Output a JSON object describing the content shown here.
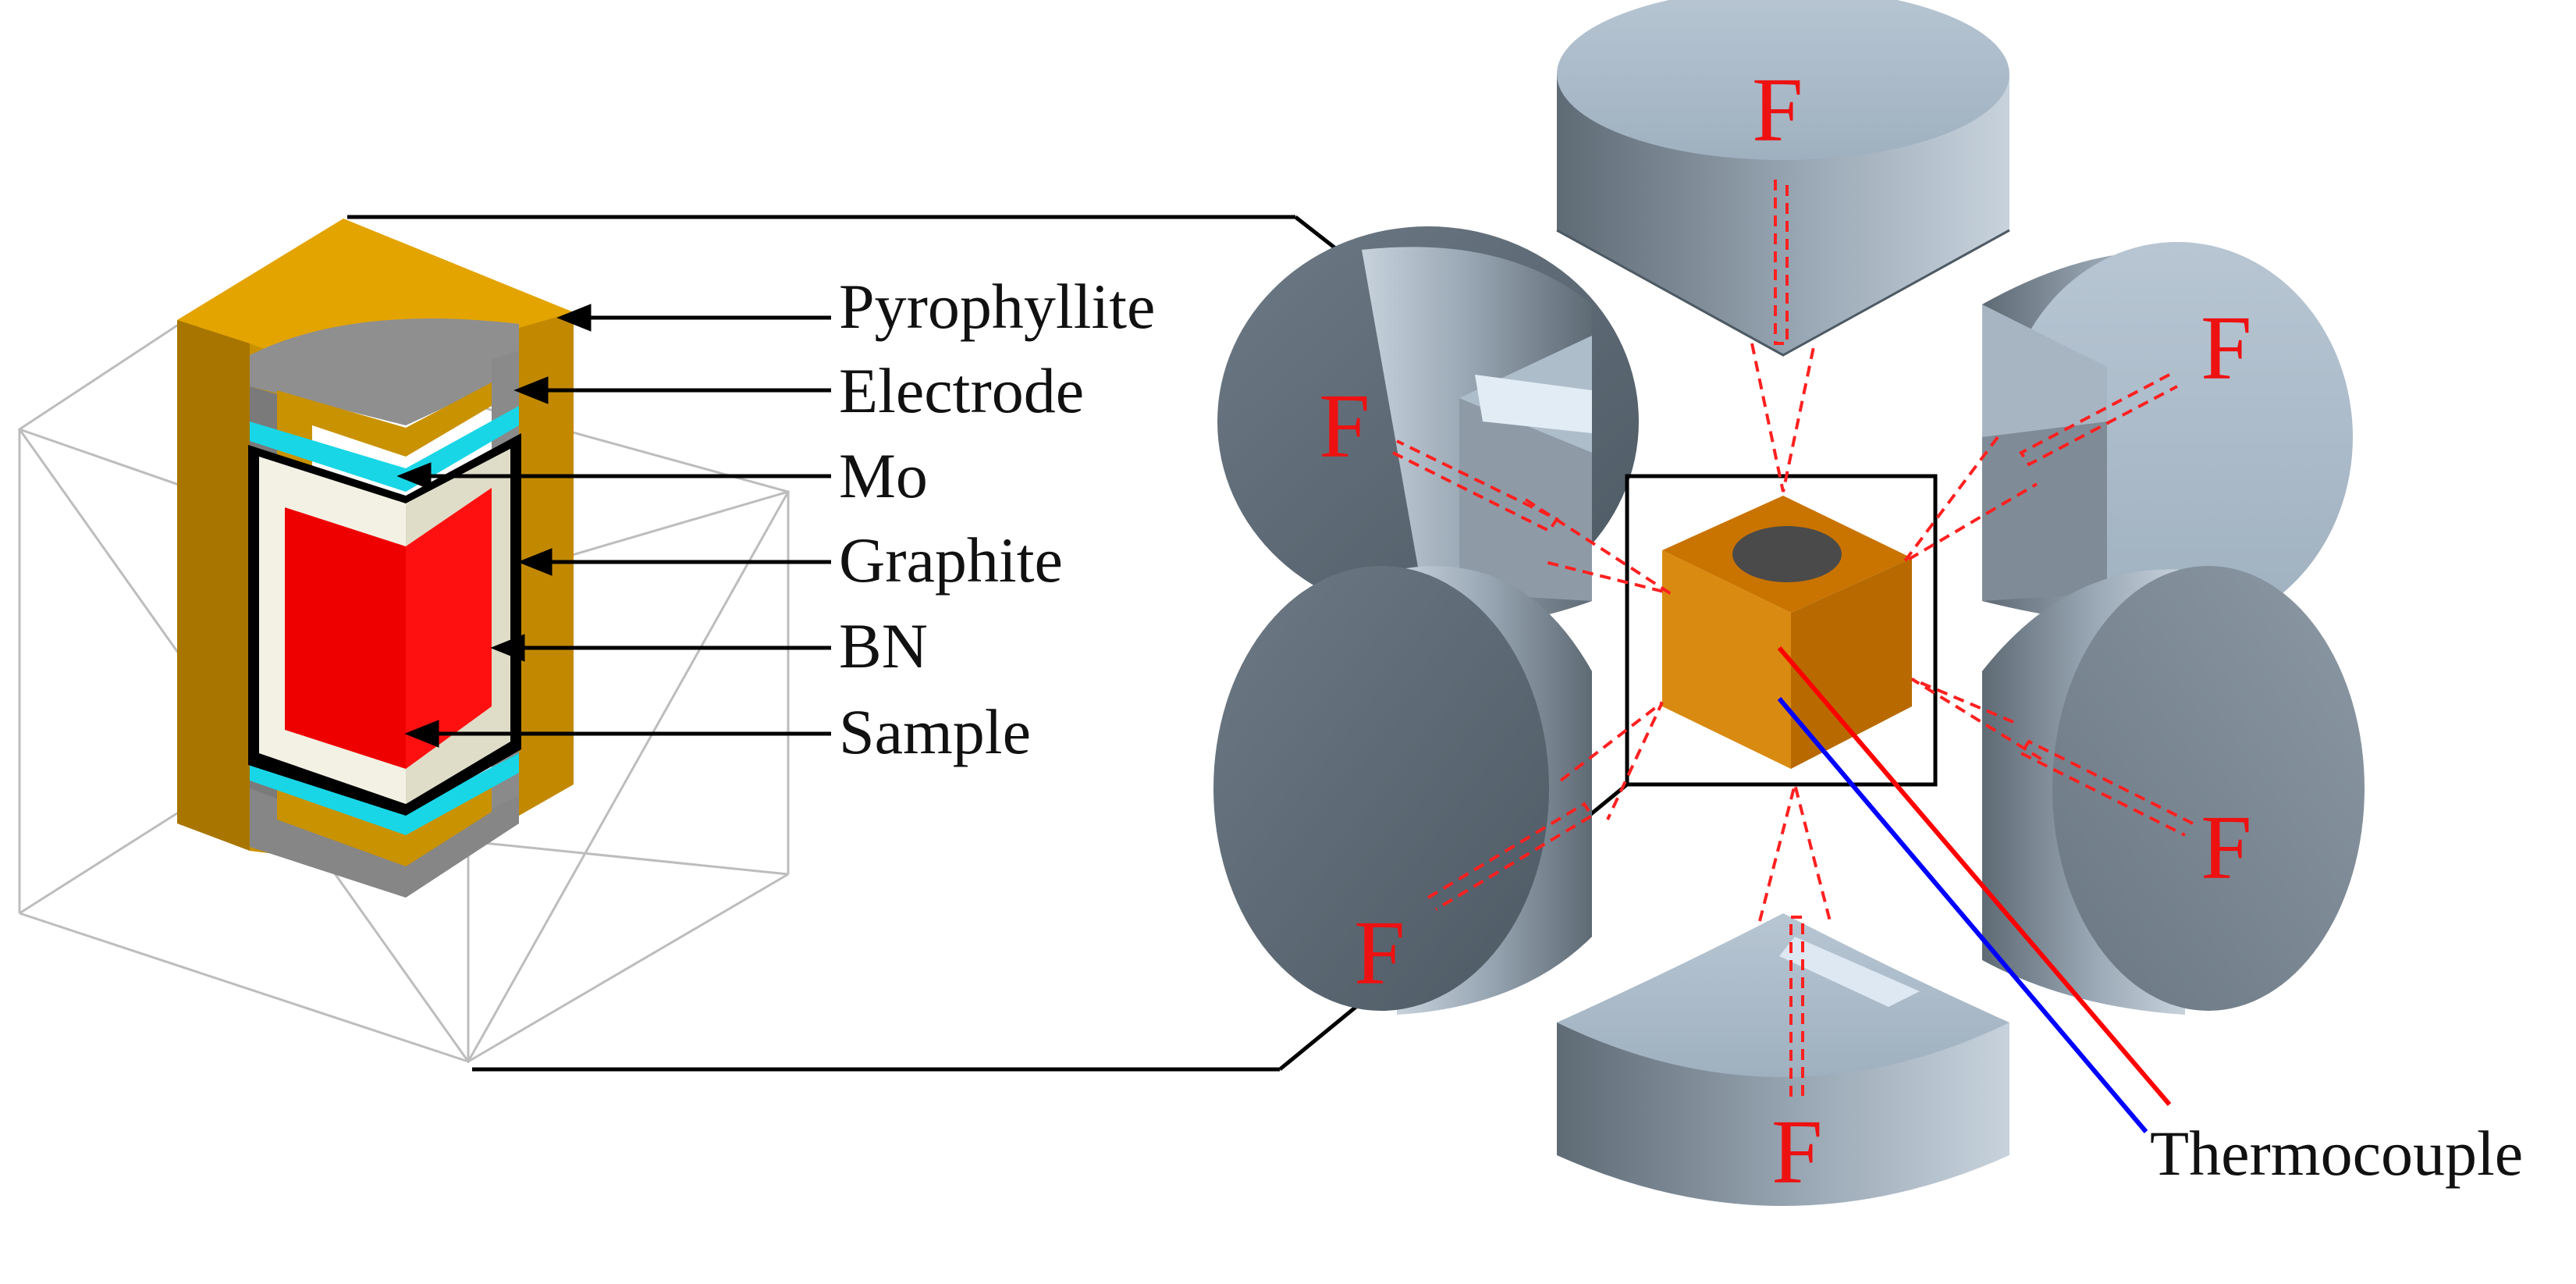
{
  "assembly_labels": {
    "pyrophyllite": "Pyrophyllite",
    "electrode": "Electrode",
    "mo": "Mo",
    "graphite": "Graphite",
    "bn": "BN",
    "sample": "Sample"
  },
  "force_label": "F",
  "thermocouple_label": "Thermocouple",
  "colors": {
    "pyrophyllite": "#d39a00",
    "electrode": "#8a8a8a",
    "mo": "#19d6e6",
    "graphite": "#000000",
    "bn": "#f3f1e4",
    "sample": "#ff0000",
    "anvil": "#a9b8c6",
    "cube": "#c97400",
    "force_arrow": "#ff2020",
    "thermocouple_a": "#ff0000",
    "thermocouple_b": "#0000ff"
  }
}
